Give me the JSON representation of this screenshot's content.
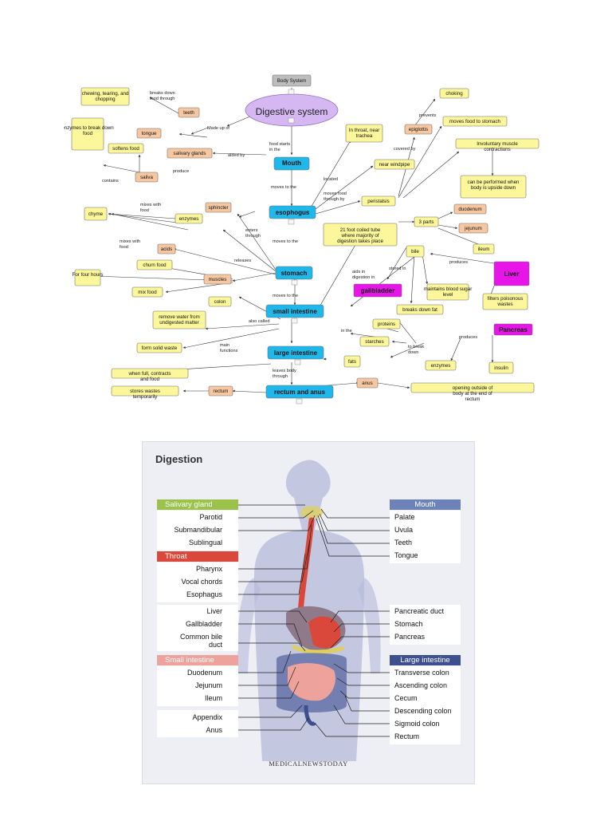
{
  "concept_map": {
    "nodes": {
      "body_system": "Body System",
      "digestive_system": "Digestive system",
      "mouth": "Mouth",
      "teeth": "teeth",
      "tongue": "tongue",
      "salivary_glands": "salivary glands",
      "saliva": "saliva",
      "chewing": "chewing, tearing, and chopping",
      "enzymes_break": "enzymes to break down food",
      "softens_food": "softens food",
      "esophogus": "esophogus",
      "in_throat": "In throat, near trachea",
      "near_windpipe": "near windpipe",
      "peristalsis": "peristalsis",
      "epiglottis": "epiglottis",
      "choking": "choking",
      "moves_food": "moves food to stomach",
      "involuntary": "Involuntary muscle contractions",
      "upside_down": "can be performed when body is upside down",
      "sphincter": "sphincter",
      "enzymes": "enzymes",
      "chyme": "chyme",
      "acids": "acids",
      "stomach": "stomach",
      "churn_food": "churn food",
      "muscles": "muscles",
      "four_hours": "For four hours",
      "mix_food": "mix food",
      "foot_coiled": "21 foot coiled tube where majority of digestion takes place",
      "three_parts": "3 parts",
      "duodenum": "duodenum",
      "jejunum": "jejunum",
      "ileum": "ileum",
      "small_intestine": "small intestine",
      "bile": "bile",
      "liver": "Liver",
      "gallbladder": "gallbladder",
      "blood_sugar": "maintains blood sugar level",
      "breaks_fat": "breaks down fat",
      "filters": "filters poisonous wastes",
      "colon": "colon",
      "remove_water": "remove water from undigested matter",
      "solid_waste": "form solid waste",
      "large_intestine": "large intestine",
      "proteins": "proteins",
      "starches": "starches",
      "fats": "fats",
      "enzymes2": "enzymes",
      "insulin": "insulin",
      "pancreas": "Pancreas",
      "contracts": "when full, contracts and food",
      "stores_wastes": "stores wastes temporarily",
      "rectum": "rectum",
      "rectum_anus": "rectum and anus",
      "anus": "anus",
      "opening": "opening outside of body at the end of rectum"
    },
    "links": {
      "breaks_down": "breaks down food through",
      "made_up_of": "Made up of",
      "food_starts": "food starts in the",
      "aided_by": "aided by",
      "produce": "produce",
      "contains": "contains",
      "moves_to_1": "moves to the",
      "located": "located",
      "moves_food_through": "moves food through by",
      "covered_by": "covered by",
      "prevents": "prevents",
      "mixes_food": "mixes with food",
      "mixes_food2": "mixes with food",
      "enters_through": "enters through",
      "releases": "releases",
      "moves_to_2": "moves to the",
      "moves_to_3": "moves to the",
      "aids_in": "aids in digestion in",
      "stored_in": "stored in",
      "produces": "produces",
      "also_called": "also called",
      "main_functions": "main functions",
      "in_the": "in the",
      "to_break_down": "to break down",
      "produces2": "produces",
      "leaves_body": "leaves body through"
    }
  },
  "anatomy": {
    "title": "Digestion",
    "groups": {
      "salivary_gland": {
        "label": "Salivary gland",
        "color": "#9bc24a",
        "items": [
          "Parotid",
          "Submandibular",
          "Sublingual"
        ]
      },
      "throat": {
        "label": "Throat",
        "color": "#d9483a",
        "items": [
          "Pharynx",
          "Vocal chords",
          "Esophagus"
        ]
      },
      "other_left": {
        "items": [
          "Liver",
          "Gallbladder",
          "Common bile duct"
        ]
      },
      "small_intestine": {
        "label": "Small intestine",
        "color": "#eda39c",
        "items": [
          "Duodenum",
          "Jejunum",
          "Ileum"
        ]
      },
      "bottom_left": {
        "items": [
          "Appendix",
          "Anus"
        ]
      },
      "mouth": {
        "label": "Mouth",
        "color": "#6d82b8",
        "items": [
          "Palate",
          "Uvula",
          "Teeth",
          "Tongue"
        ]
      },
      "other_right": {
        "items": [
          "Pancreatic duct",
          "Stomach",
          "Pancreas"
        ]
      },
      "large_intestine": {
        "label": "Large intestine",
        "color": "#3d4f8f",
        "items": [
          "Transverse colon",
          "Ascending colon",
          "Cecum",
          "Descending colon",
          "Sigmoid colon",
          "Rectum"
        ]
      }
    },
    "logo": "MEDICALNEWSTODAY"
  }
}
